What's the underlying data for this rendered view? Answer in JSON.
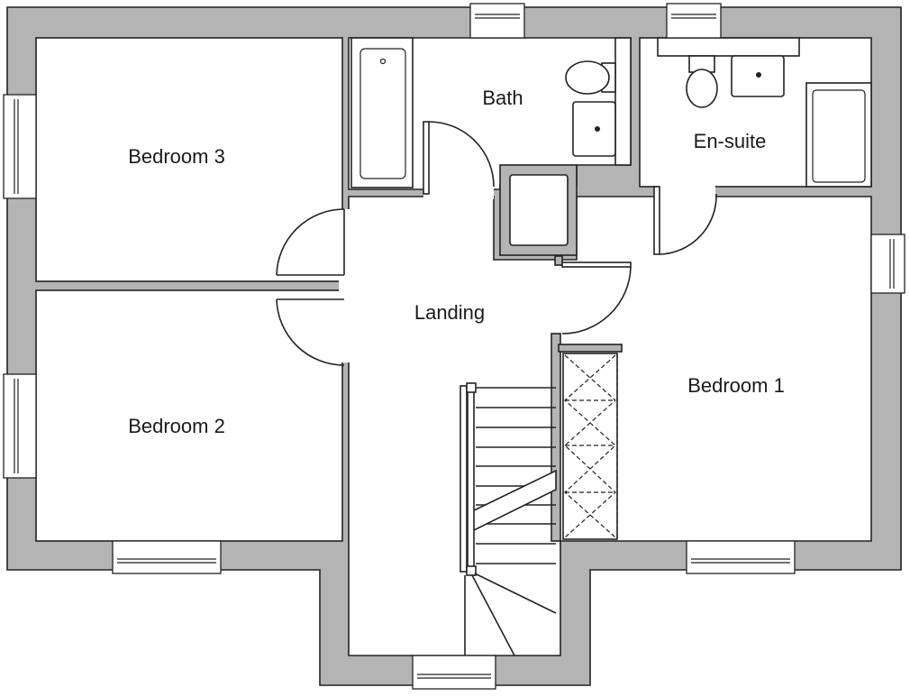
{
  "plan": {
    "rooms": {
      "bedroom3": "Bedroom 3",
      "bedroom2": "Bedroom 2",
      "bath": "Bath",
      "ensuite": "En-suite",
      "landing": "Landing",
      "bedroom1": "Bedroom 1"
    },
    "colors": {
      "wall": "#b4b4b4",
      "line": "#222222"
    }
  }
}
